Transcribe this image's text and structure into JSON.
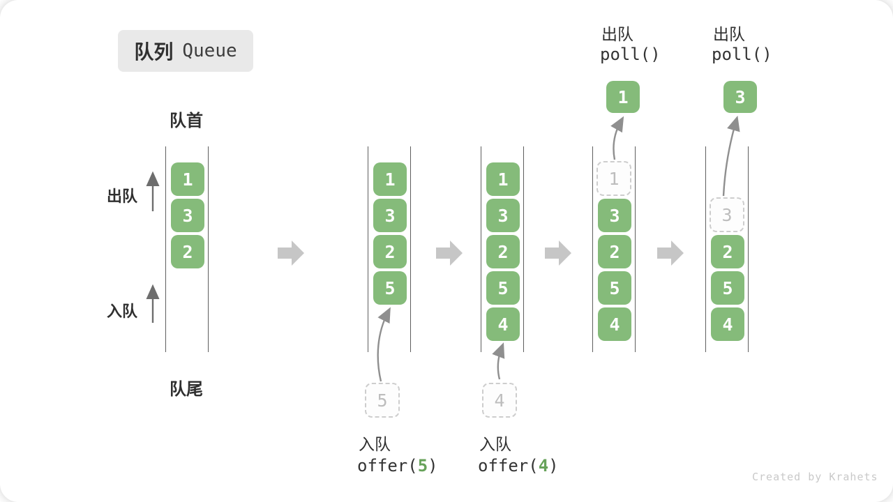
{
  "title": {
    "zh": "队列",
    "en": "Queue"
  },
  "labels": {
    "front": "队首",
    "rear": "队尾",
    "dequeue": "出队",
    "enqueue": "入队"
  },
  "states": [
    {
      "slots": [
        "1",
        "3",
        "2"
      ]
    },
    {
      "slots": [
        "1",
        "3",
        "2",
        "5"
      ],
      "staged": "5",
      "op_label": "入队",
      "op_fn": "offer(",
      "op_arg": "5",
      "op_close": ")"
    },
    {
      "slots": [
        "1",
        "3",
        "2",
        "5",
        "4"
      ],
      "staged": "4",
      "op_label": "入队",
      "op_fn": "offer(",
      "op_arg": "4",
      "op_close": ")"
    },
    {
      "slots": [
        "3",
        "2",
        "5",
        "4"
      ],
      "dashed": "1",
      "released": "1",
      "op_label": "出队",
      "op_code": "poll()"
    },
    {
      "slots": [
        "2",
        "5",
        "4"
      ],
      "dashed": "3",
      "released": "3",
      "op_label": "出队",
      "op_code": "poll()"
    }
  ],
  "watermark": "Created by Krahets",
  "colors": {
    "green": "#85bb7a",
    "accent_green": "#67a25a",
    "title_bg": "#e9e9e9",
    "text_dark": "#2f2f2f",
    "line_dark": "#5e5e5e",
    "dashed_gray": "#cdcdcd",
    "arrow_gray": "#c6c6c6",
    "thin_arrow": "#8f8f8f",
    "muted": "#c9c9c9"
  }
}
